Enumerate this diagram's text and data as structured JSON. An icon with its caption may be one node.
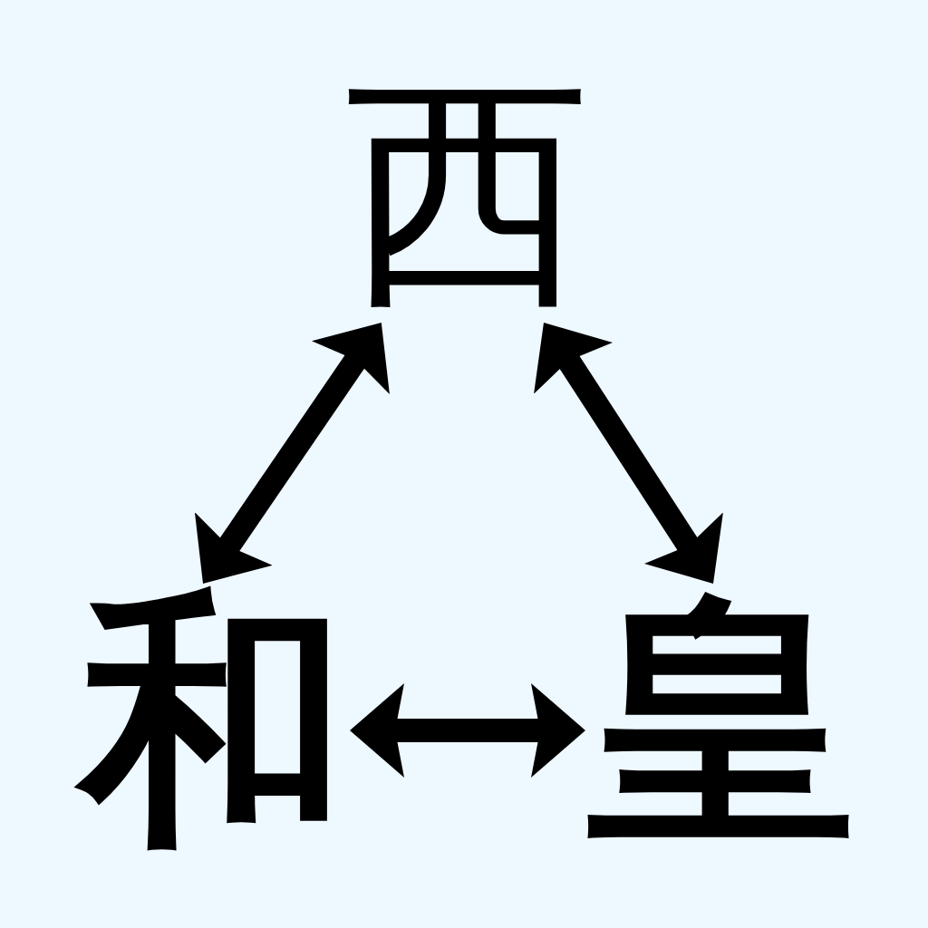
{
  "diagram": {
    "nodes": [
      {
        "text": [
          "西"
        ]
      },
      {
        "text": [
          "和"
        ]
      },
      {
        "text": [
          "皇"
        ]
      }
    ],
    "edges": [
      {
        "from": 0,
        "to": 1,
        "arrow": "both"
      },
      {
        "from": 0,
        "to": 2,
        "arrow": "both"
      },
      {
        "from": 1,
        "to": 2,
        "arrow": "both"
      }
    ]
  }
}
